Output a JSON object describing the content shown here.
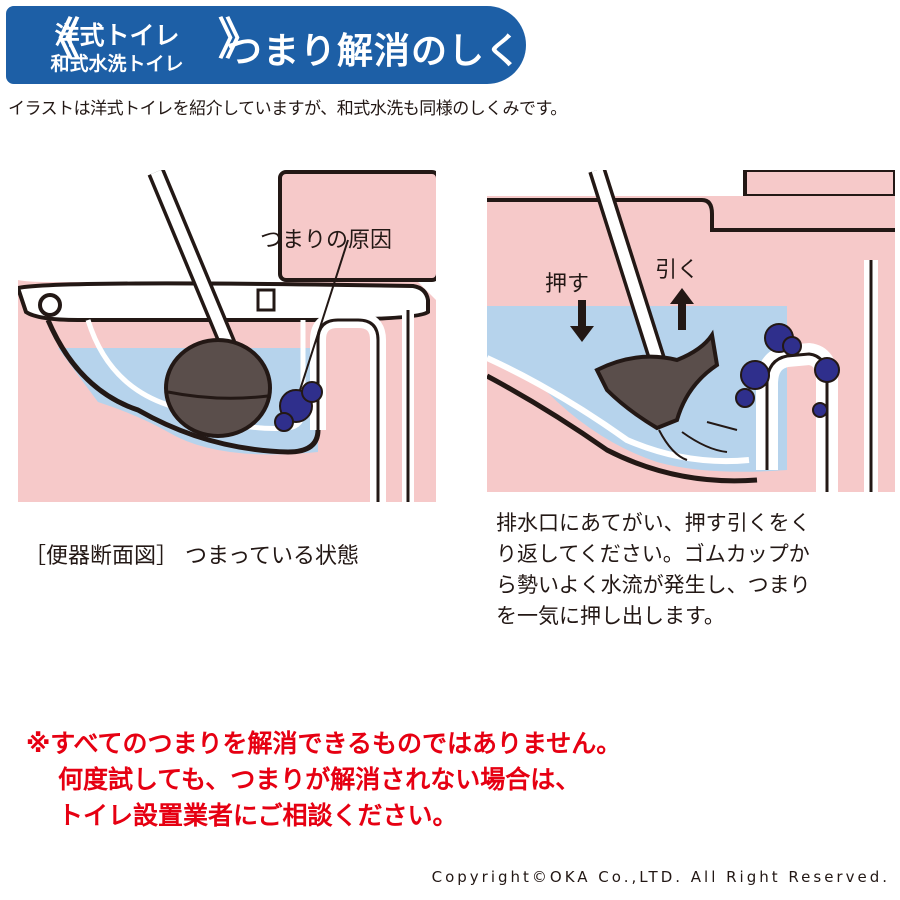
{
  "header": {
    "bracket_left": "《",
    "bracket_right": "》",
    "line1": "洋式トイレ",
    "line2": "和式水洗トイレ",
    "main": "つまり解消のしくみ"
  },
  "subtitle": "イラストは洋式トイレを紹介していますが、和式水洗も同様のしくみです。",
  "left_panel": {
    "cause_label": "つまりの原因",
    "caption": "［便器断面図］ つまっている状態"
  },
  "right_panel": {
    "push_label": "押す",
    "pull_label": "引く",
    "caption_lines": [
      "排水口にあてがい、押す引くをく",
      "り返してください。ゴムカップか",
      "ら勢いよく水流が発生し、つまり",
      "を一気に押し出します。"
    ]
  },
  "warning": {
    "lines": [
      "※すべてのつまりを解消できるものではありません。",
      "何度試しても、つまりが解消されない場合は、",
      "トイレ設置業者にご相談ください。"
    ]
  },
  "copyright": "Copyright©OKA Co.,LTD. All Right Reserved.",
  "colors": {
    "brand_blue": "#1d5fa6",
    "toilet_pink": "#f6c9c9",
    "water_blue": "#b6d3ec",
    "clog_purple": "#2f2f8c",
    "warning_red": "#e60012"
  }
}
